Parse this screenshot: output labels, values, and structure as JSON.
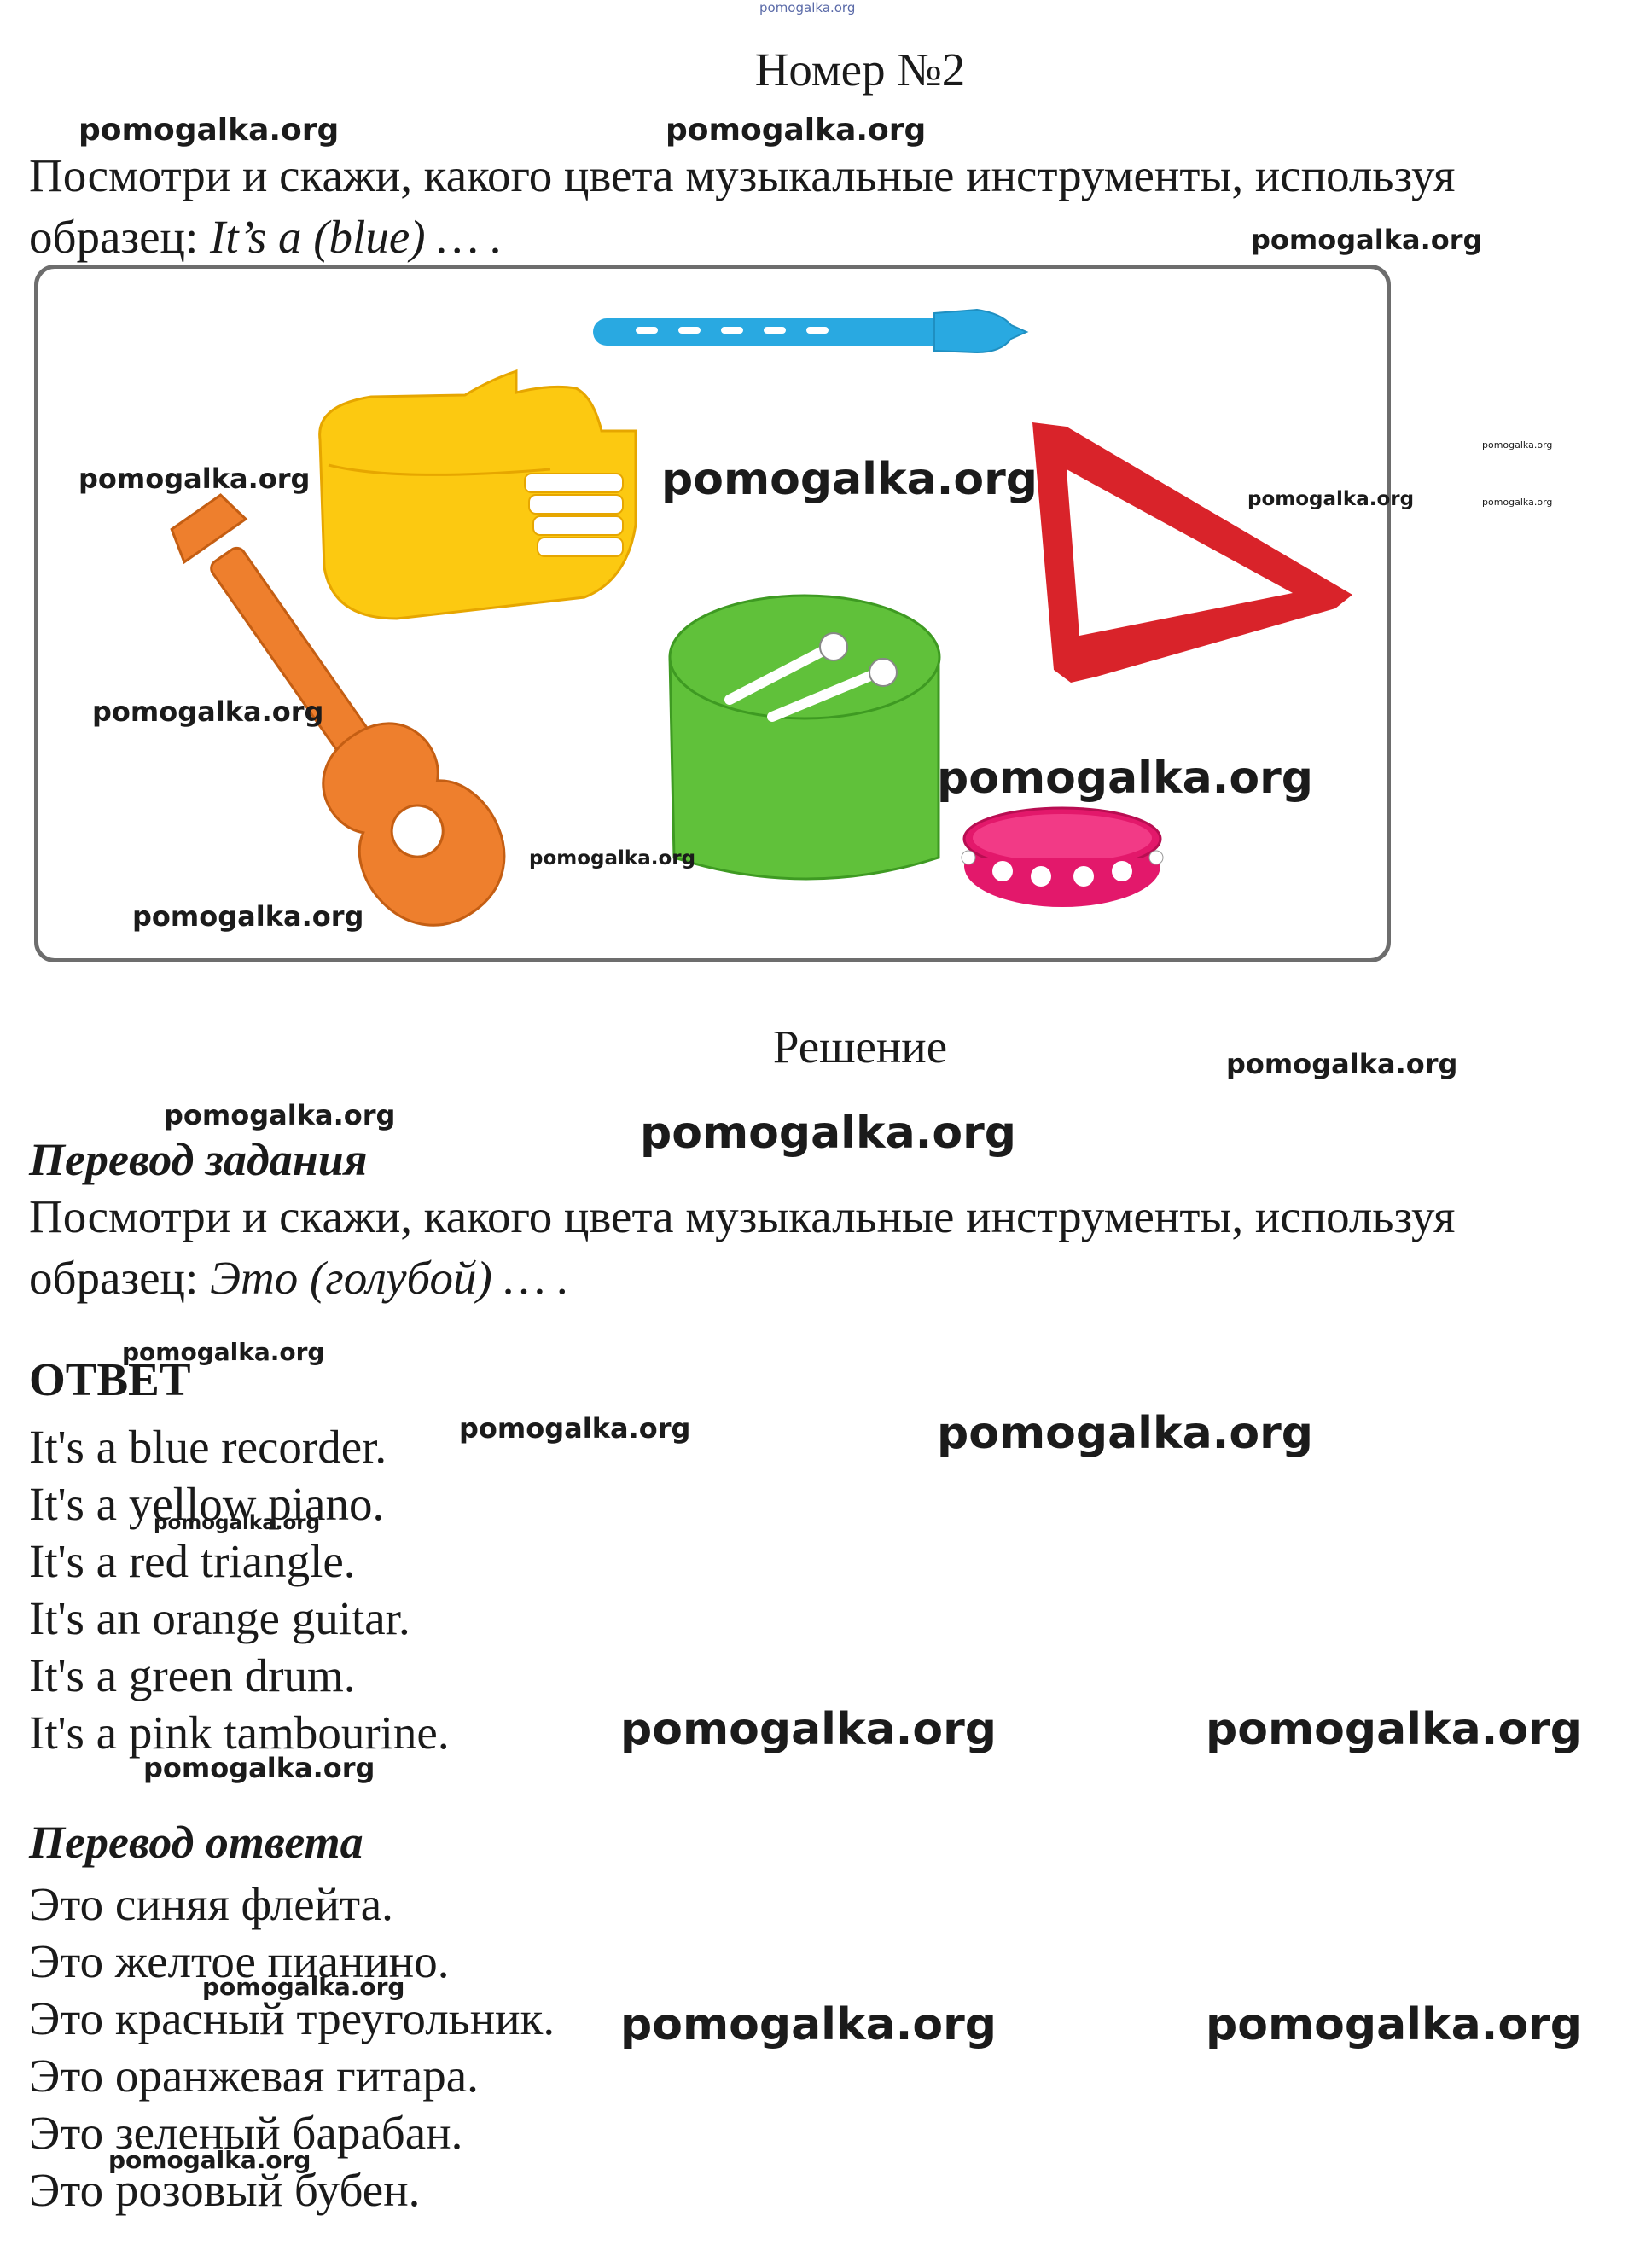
{
  "page": {
    "top_watermark": "pomogalka.org",
    "title": "Номер №2",
    "task_text": "Посмотри и скажи, какого цвета музыкальные инструменты, используя образец:",
    "task_example": "It’s a (blue) … .",
    "solution_heading": "Решение",
    "task_translation_title": "Перевод задания",
    "task_translation_text": "Посмотри и скажи, какого цвета музыкальные инструменты, используя образец:",
    "task_translation_example": "Это (голубой) … .",
    "answer_title": "ОТВЕТ",
    "answers": [
      "It's a blue recorder.",
      "It's a yellow piano.",
      "It's a red triangle.",
      "It's an orange guitar.",
      "It's a green drum.",
      "It's a pink tambourine."
    ],
    "answer_translation_title": "Перевод ответа",
    "answer_translations": [
      "Это синяя флейта.",
      "Это желтое пианино.",
      "Это красный треугольник.",
      "Это оранжевая гитара.",
      "Это зеленый барабан.",
      "Это розовый бубен."
    ]
  },
  "watermark": "pomogalka.org",
  "colors": {
    "recorder": "#29a9e1",
    "piano": "#fcc911",
    "triangle": "#d9232a",
    "guitar": "#ee7f2d",
    "drum": "#60c13a",
    "tambourine": "#e3186b",
    "frame": "#6d6d6d"
  }
}
